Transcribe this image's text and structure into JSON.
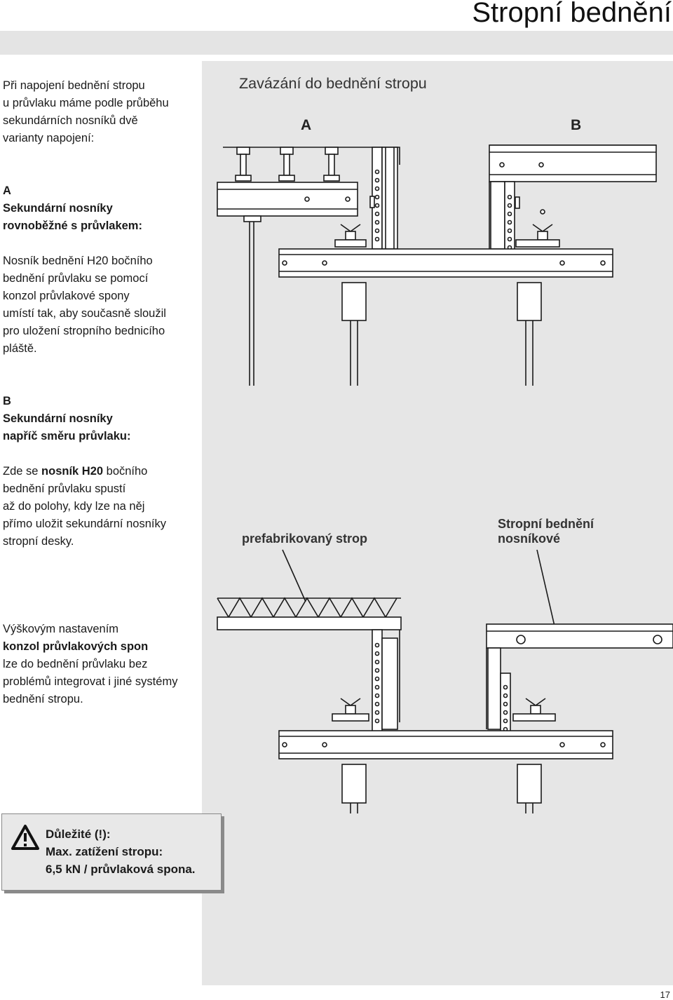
{
  "header": {
    "title": "Stropní bednění"
  },
  "intro": {
    "lines": [
      "Při napojení bednění stropu",
      "u průvlaku máme podle průběhu",
      "sekundárních nosníků dvě",
      "varianty napojení:"
    ]
  },
  "section_a": {
    "letter": "A",
    "heading_lines": [
      "Sekundární nosníky",
      "rovnoběžné s průvlakem:"
    ],
    "body_lines": [
      "Nosník bednění H20 bočního",
      "bednění průvlaku se pomocí",
      "konzol průvlakové spony",
      "umístí tak, aby současně sloužil",
      "pro uložení stropního bednicího",
      "pláště."
    ]
  },
  "section_b": {
    "letter": "B",
    "heading_lines": [
      "Sekundární nosníky",
      "napříč směru průvlaku:"
    ],
    "body_line1_pre": "Zde se ",
    "body_line1_bold": "nosník H20",
    "body_line1_post": " bočního",
    "body_lines": [
      "bednění průvlaku spustí",
      "až do polohy, kdy lze na něj",
      "přímo uložit sekundární nosníky",
      "stropní desky."
    ]
  },
  "section_c": {
    "line1": "Výškovým nastavením",
    "line2_bold": "konzol průvlakových spon",
    "body_lines": [
      "lze do bednění průvlaku bez",
      "problémů integrovat i jiné systémy",
      "bednění stropu."
    ]
  },
  "figure_top": {
    "heading": "Zavázání do bednění stropu",
    "label_a": "A",
    "label_b": "B"
  },
  "figure_bottom": {
    "label_prefab": "prefabrikovaný strop",
    "label_beam_line1": "Stropní bednění",
    "label_beam_line2": "nosníkové"
  },
  "warning": {
    "icon": "warning-triangle-icon",
    "lines": [
      "Důležité (!):",
      "Max. zatížení stropu:",
      "6,5 kN / průvlaková spona."
    ]
  },
  "footer": {
    "page_number": "17"
  }
}
